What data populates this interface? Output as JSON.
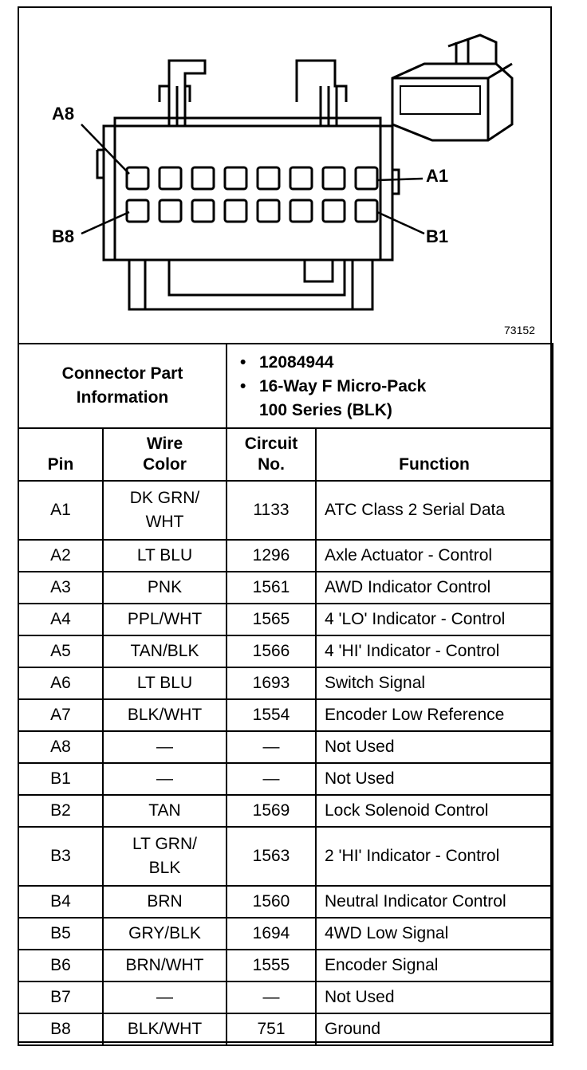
{
  "figure_number": "73152",
  "pin_labels": {
    "a8": "A8",
    "a1": "A1",
    "b8": "B8",
    "b1": "B1"
  },
  "connector_info": {
    "heading_line1": "Connector Part",
    "heading_line2": "Information",
    "part_number": "12084944",
    "description_line1": "16-Way F Micro-Pack",
    "description_line2": "100 Series (BLK)"
  },
  "columns": {
    "pin": "Pin",
    "wire_color_line1": "Wire",
    "wire_color_line2": "Color",
    "circuit_line1": "Circuit",
    "circuit_line2": "No.",
    "function": "Function"
  },
  "rows": [
    {
      "pin": "A1",
      "wire": "DK GRN/",
      "wire2": "WHT",
      "circuit": "1133",
      "function": "ATC Class 2 Serial Data"
    },
    {
      "pin": "A2",
      "wire": "LT BLU",
      "circuit": "1296",
      "function": "Axle Actuator - Control"
    },
    {
      "pin": "A3",
      "wire": "PNK",
      "circuit": "1561",
      "function": "AWD Indicator Control"
    },
    {
      "pin": "A4",
      "wire": "PPL/WHT",
      "circuit": "1565",
      "function": "4 'LO' Indicator - Control"
    },
    {
      "pin": "A5",
      "wire": "TAN/BLK",
      "circuit": "1566",
      "function": "4 'HI' Indicator - Control"
    },
    {
      "pin": "A6",
      "wire": "LT BLU",
      "circuit": "1693",
      "function": "Switch Signal"
    },
    {
      "pin": "A7",
      "wire": "BLK/WHT",
      "circuit": "1554",
      "function": "Encoder Low Reference"
    },
    {
      "pin": "A8",
      "wire": "—",
      "circuit": "—",
      "function": "Not Used"
    },
    {
      "pin": "B1",
      "wire": "—",
      "circuit": "—",
      "function": "Not Used"
    },
    {
      "pin": "B2",
      "wire": "TAN",
      "circuit": "1569",
      "function": "Lock Solenoid Control"
    },
    {
      "pin": "B3",
      "wire": "LT GRN/",
      "wire2": "BLK",
      "circuit": "1563",
      "function": "2 'HI' Indicator - Control"
    },
    {
      "pin": "B4",
      "wire": "BRN",
      "circuit": "1560",
      "function": "Neutral Indicator Control"
    },
    {
      "pin": "B5",
      "wire": "GRY/BLK",
      "circuit": "1694",
      "function": "4WD Low Signal"
    },
    {
      "pin": "B6",
      "wire": "BRN/WHT",
      "circuit": "1555",
      "function": "Encoder Signal"
    },
    {
      "pin": "B7",
      "wire": "—",
      "circuit": "—",
      "function": "Not Used"
    },
    {
      "pin": "B8",
      "wire": "BLK/WHT",
      "circuit": "751",
      "function": "Ground"
    }
  ]
}
